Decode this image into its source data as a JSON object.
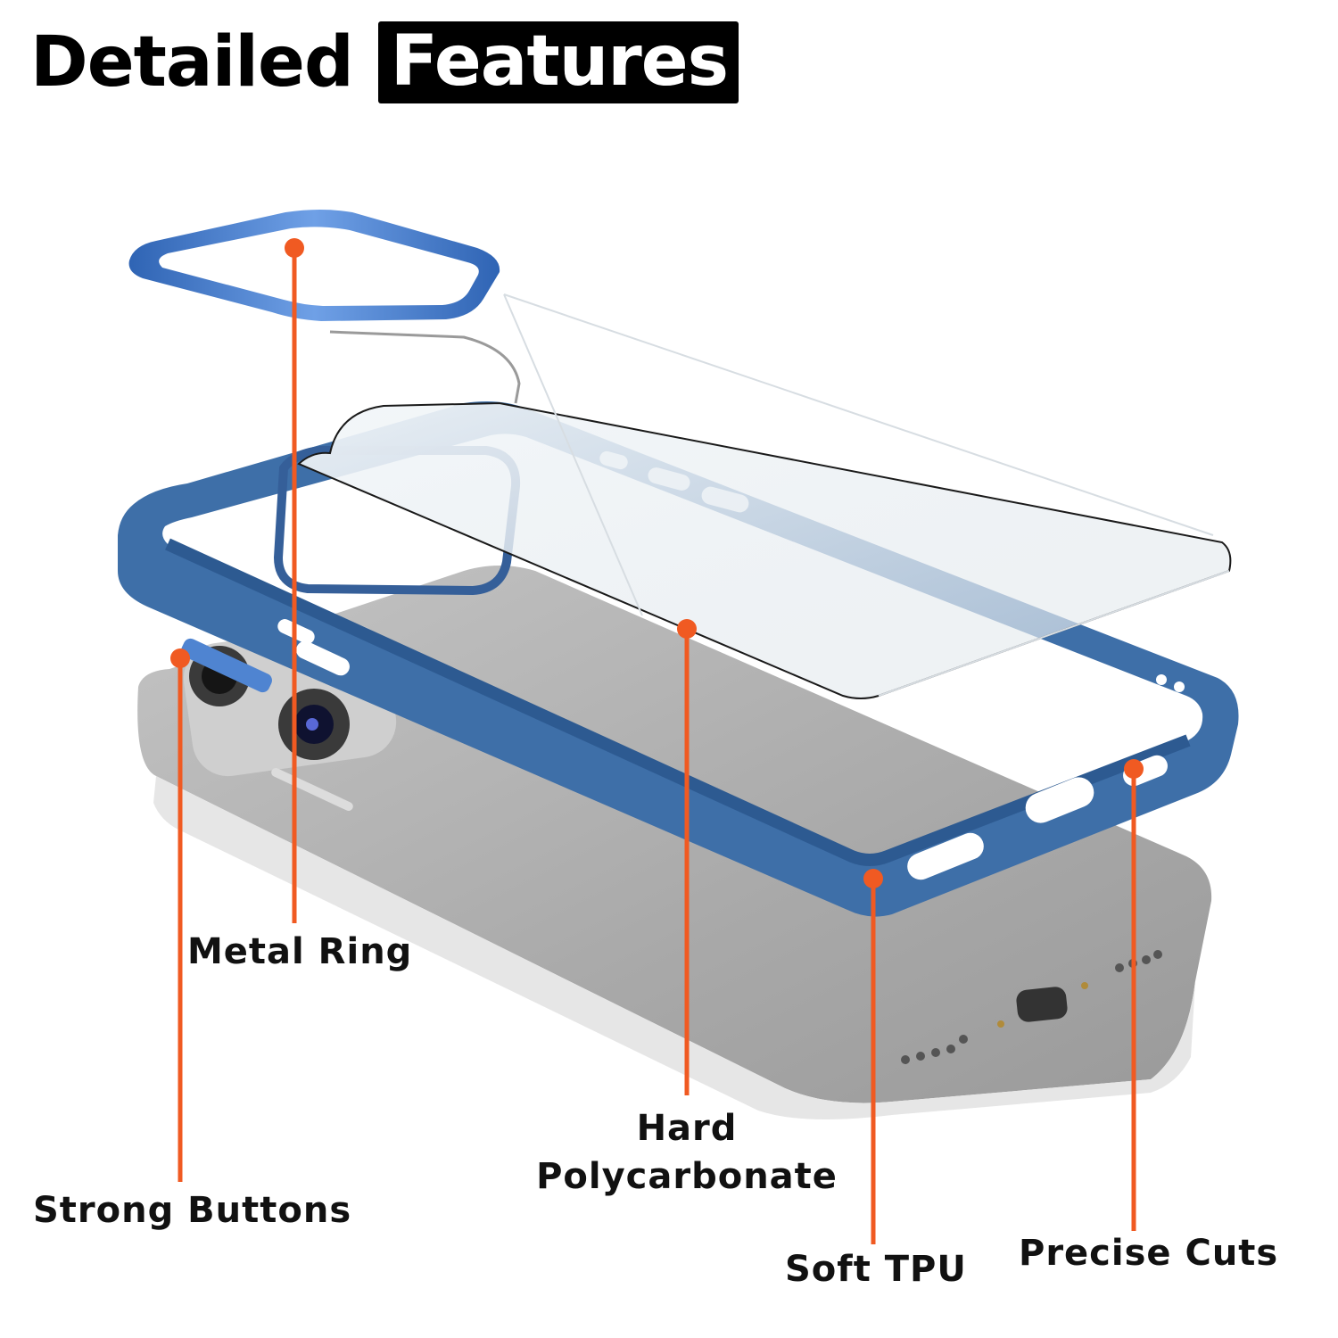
{
  "heading": {
    "word1": "Detailed",
    "word2": "Features"
  },
  "callouts": [
    {
      "id": "metal-ring",
      "lines": [
        "Metal Ring"
      ]
    },
    {
      "id": "strong-buttons",
      "lines": [
        "Strong Buttons"
      ]
    },
    {
      "id": "hard-polycarbonate",
      "lines": [
        "Hard",
        "Polycarbonate"
      ]
    },
    {
      "id": "soft-tpu",
      "lines": [
        "Soft TPU"
      ]
    },
    {
      "id": "precise-cuts",
      "lines": [
        "Precise Cuts"
      ]
    }
  ],
  "colors": {
    "accent": "#f05a22",
    "case_blue": "#3e6fa8",
    "phone_gray": "#b9b9b9",
    "text": "#111111"
  }
}
